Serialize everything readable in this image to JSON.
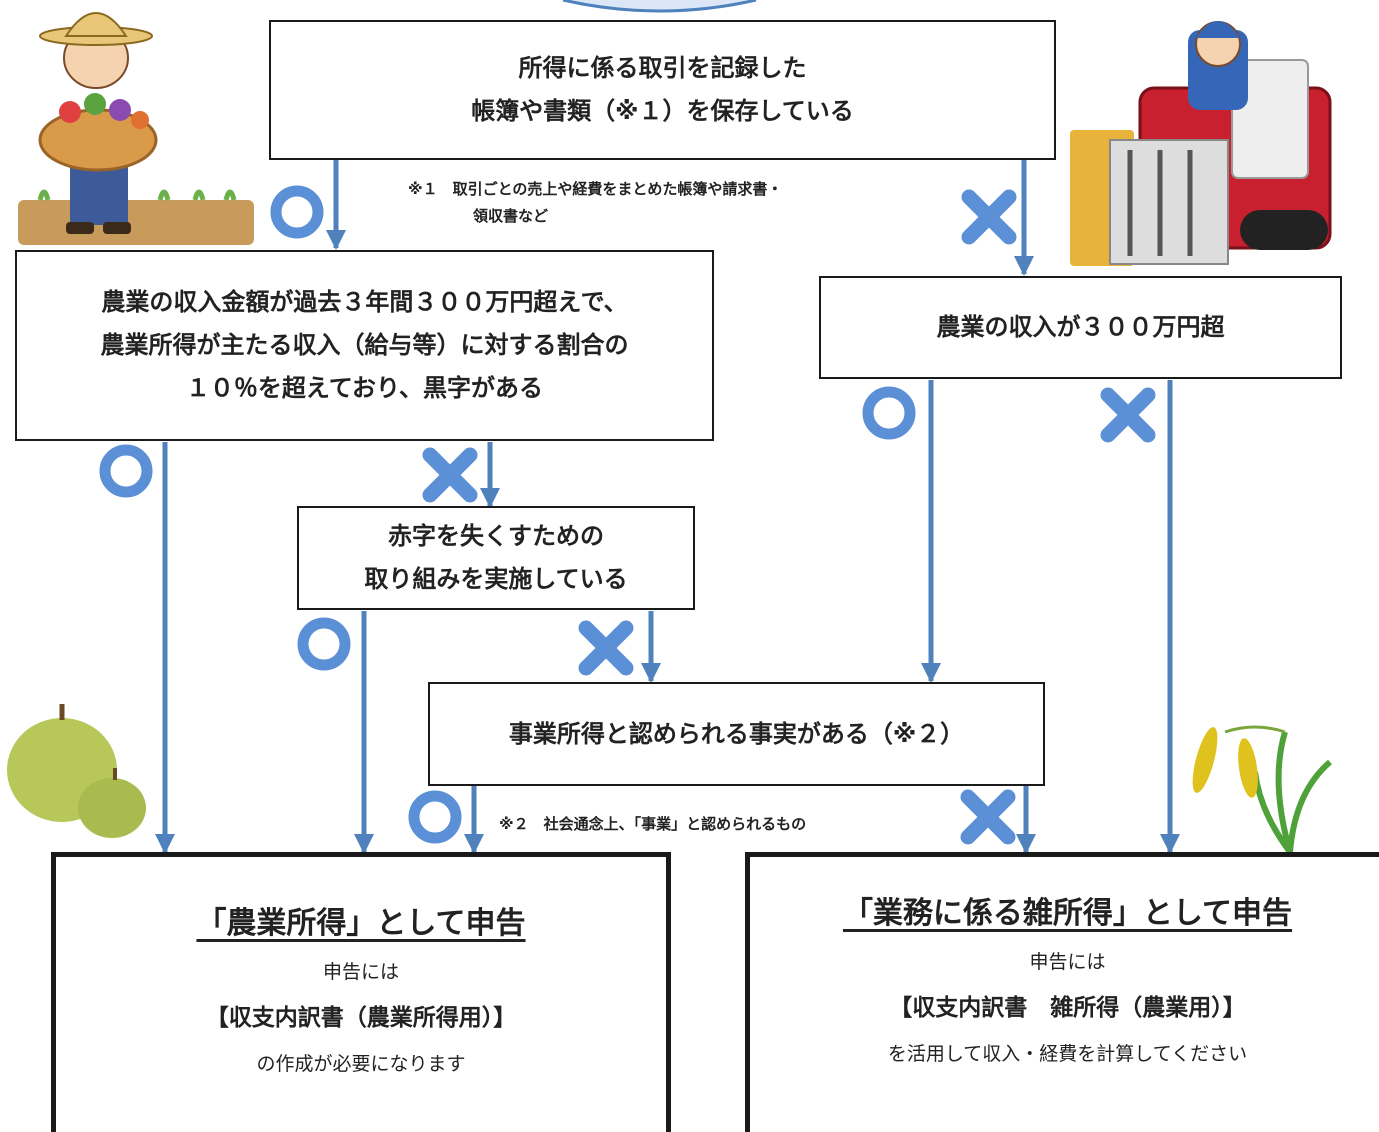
{
  "top_box": {
    "line1": "所得に係る取引を記録した",
    "line2": "帳簿や書類（※１）を保存している"
  },
  "note1": {
    "line1": "※１　取引ごとの売上や経費をまとめた帳簿や請求書・",
    "line2": "領収書など"
  },
  "left_box": {
    "line1": "農業の収入金額が過去３年間３００万円超えで、",
    "line2": "農業所得が主たる収入（給与等）に対する割合の",
    "line3": "１０％を超えており、黒字がある"
  },
  "right_box": {
    "line1": "農業の収入が３００万円超"
  },
  "middle_box": {
    "line1": "赤字を失くすための",
    "line2": "取り組みを実施している"
  },
  "fact_box": {
    "line1": "事業所得と認められる事実がある（※２）"
  },
  "note2": {
    "text": "※２　社会通念上、「事業」と認められるもの"
  },
  "result_left": {
    "title": "「農業所得」として申告",
    "sub": "申告には",
    "form": "【収支内訳書（農業所得用）】",
    "tail": "の作成が必要になります"
  },
  "result_right": {
    "title": "「業務に係る雑所得」として申告",
    "sub": "申告には",
    "form": "【収支内訳書　雑所得（農業用）】",
    "tail": "を活用して収入・経費を計算してください"
  },
  "colors": {
    "arrow": "#4f81bd",
    "symbol": "#5b8fd6",
    "border": "#1a1a1a"
  }
}
